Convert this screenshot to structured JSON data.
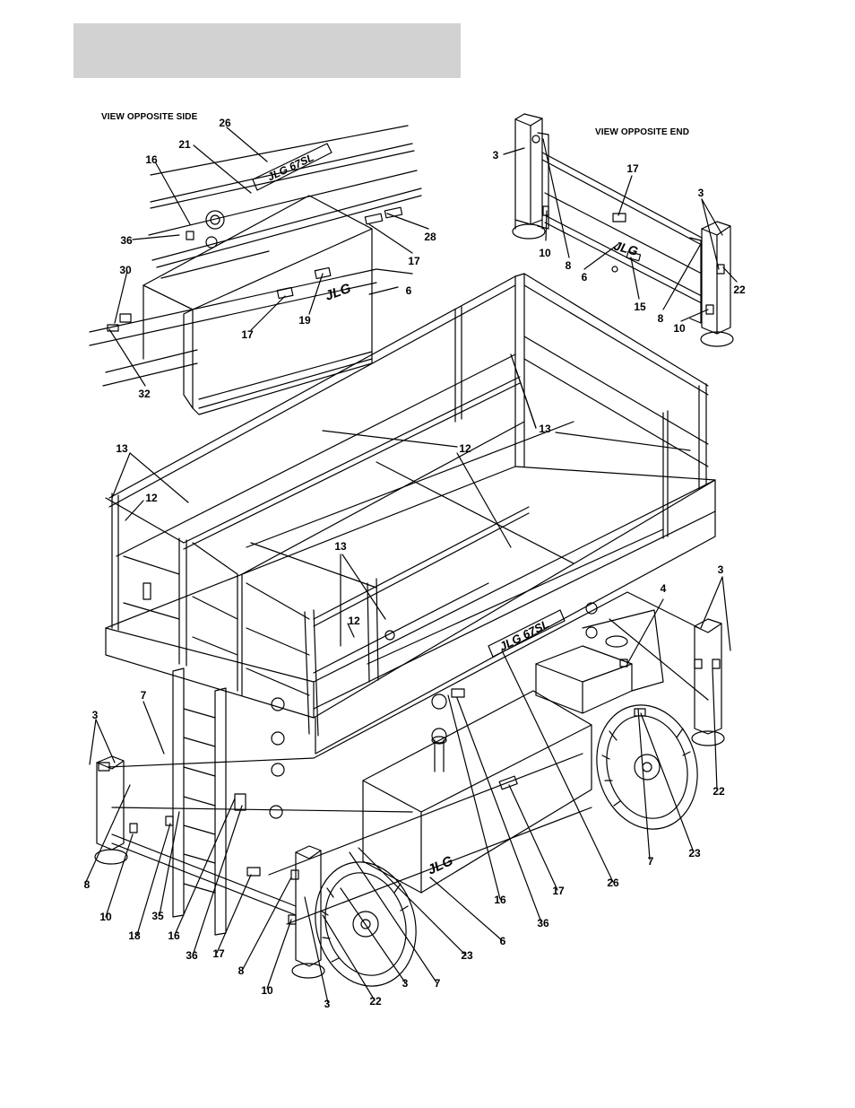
{
  "header": {
    "box_color": "#d2d2d2"
  },
  "views": {
    "opposite_side": "VIEW OPPOSITE SIDE",
    "opposite_end": "VIEW OPPOSITE END"
  },
  "branding": {
    "logo_small": "JLG",
    "model_decal": "JLG 67SL"
  },
  "callouts": [
    {
      "id": "c1",
      "text": "26"
    },
    {
      "id": "c2",
      "text": "21"
    },
    {
      "id": "c3",
      "text": "16"
    },
    {
      "id": "c4",
      "text": "36"
    },
    {
      "id": "c5",
      "text": "28"
    },
    {
      "id": "c6",
      "text": "17"
    },
    {
      "id": "c7",
      "text": "30"
    },
    {
      "id": "c8",
      "text": "6"
    },
    {
      "id": "c9",
      "text": "19"
    },
    {
      "id": "c10",
      "text": "17"
    },
    {
      "id": "c11",
      "text": "32"
    },
    {
      "id": "c12",
      "text": "3"
    },
    {
      "id": "c13",
      "text": "17"
    },
    {
      "id": "c14",
      "text": "3"
    },
    {
      "id": "c15",
      "text": "10"
    },
    {
      "id": "c16",
      "text": "8"
    },
    {
      "id": "c17",
      "text": "6"
    },
    {
      "id": "c18",
      "text": "22"
    },
    {
      "id": "c19",
      "text": "15"
    },
    {
      "id": "c20",
      "text": "8"
    },
    {
      "id": "c21",
      "text": "10"
    },
    {
      "id": "c22",
      "text": "13"
    },
    {
      "id": "c23",
      "text": "12"
    },
    {
      "id": "c24",
      "text": "13"
    },
    {
      "id": "c25",
      "text": "12"
    },
    {
      "id": "c26",
      "text": "13"
    },
    {
      "id": "c27",
      "text": "12"
    },
    {
      "id": "c28",
      "text": "3"
    },
    {
      "id": "c29",
      "text": "4"
    },
    {
      "id": "c30",
      "text": "7"
    },
    {
      "id": "c31",
      "text": "3"
    },
    {
      "id": "c32",
      "text": "22"
    },
    {
      "id": "c33",
      "text": "8"
    },
    {
      "id": "c34",
      "text": "10"
    },
    {
      "id": "c35",
      "text": "18"
    },
    {
      "id": "c36",
      "text": "35"
    },
    {
      "id": "c37",
      "text": "16"
    },
    {
      "id": "c38",
      "text": "36"
    },
    {
      "id": "c39",
      "text": "17"
    },
    {
      "id": "c40",
      "text": "8"
    },
    {
      "id": "c41",
      "text": "10"
    },
    {
      "id": "c42",
      "text": "3"
    },
    {
      "id": "c43",
      "text": "22"
    },
    {
      "id": "c44",
      "text": "3"
    },
    {
      "id": "c45",
      "text": "7"
    },
    {
      "id": "c46",
      "text": "23"
    },
    {
      "id": "c47",
      "text": "6"
    },
    {
      "id": "c48",
      "text": "16"
    },
    {
      "id": "c49",
      "text": "36"
    },
    {
      "id": "c50",
      "text": "17"
    },
    {
      "id": "c51",
      "text": "26"
    },
    {
      "id": "c52",
      "text": "7"
    },
    {
      "id": "c53",
      "text": "23"
    }
  ]
}
